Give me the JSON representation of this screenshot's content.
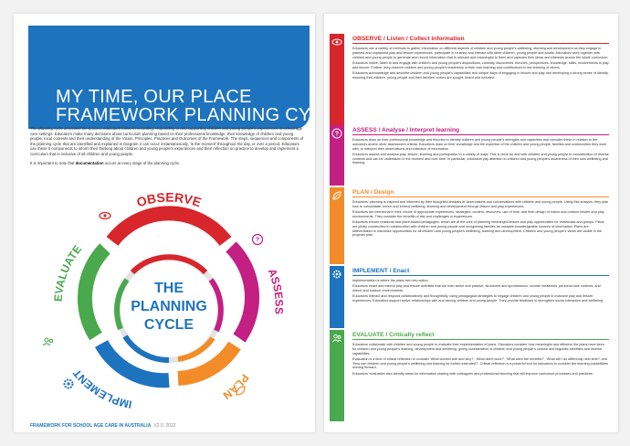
{
  "left_page": {
    "title_line1": "MY TIME, OUR PLACE",
    "title_line2": "FRAMEWORK PLANNING CYCLE",
    "intro_p1": "The planning cycle describes the process educators follow in recording, responding to and supporting children and young people's experiences in school age care settings. Educators make many decisions about curriculum planning based on their professional knowledge, their knowledge of children and young people, local contexts and their understanding of the Vision, Principles, Practices and Outcomes of the Framework. The steps, sequences and components of the planning cycle that are identified and explained in Diagram 2 can occur instantaneously, 'in the moment' throughout the day, or over a period. Educators use these 5 components to inform their thinking about children and young people's experiences and their reflection on practice to develop and implement a curriculum that is inclusive of all children and young people.",
    "intro_p2_before": "It is important to note that ",
    "intro_p2_bold": "documentation",
    "intro_p2_after": " occurs at every stage of the planning cycle.",
    "cycle": {
      "center_line1": "THE",
      "center_line2": "PLANNING",
      "center_line3": "CYCLE",
      "observe": "OBSERVE",
      "assess": "ASSESS",
      "plan": "PLAN",
      "implement": "IMPLEMENT",
      "evaluate": "EVALUATE"
    },
    "footer_main": "FRAMEWORK FOR SCHOOL AGE CARE IN AUSTRALIA",
    "footer_version": "V2.0, 2022"
  },
  "colors": {
    "brand_blue": "#1e73be",
    "observe_red": "#d7262c",
    "assess_magenta": "#c41f83",
    "plan_orange": "#f28c28",
    "implement_blue": "#1e73be",
    "evaluate_green": "#4aa84d",
    "center_text": "#1e73be"
  },
  "sections": [
    {
      "key": "observe",
      "heading": "OBSERVE / Listen / Collect information",
      "icon": "eye-icon",
      "paragraphs": [
        "Educators use a variety of methods to gather information on different aspects of children and young people's wellbeing, learning and development as they engage in planned and unplanned play and leisure experiences, participate in routines and interact with other children, young people and adults. Educators work together with children and young people to generate and record information that is relevant and meaningful to them and captures their ideas and interests across the whole curriculum.",
        "Educators notice, listen to and engage with children and young people's dispositions, curiosity, discoveries, theories, perspectives, knowledge, skills, involvements in play and leisure. Further, they observe children and young people's leadership of their own learning and contributions to the learning of others.",
        "Educators acknowledge and describe children and young people's capabilities and unique ways of engaging in leisure and play and developing a strong sense of identity, ensuring that children, young people and their families' voices are sought, heard and included."
      ]
    },
    {
      "key": "assess",
      "heading": "ASSESS / Analyse / Interpret learning",
      "icon": "question-icon",
      "paragraphs": [
        "Educators draw on their professional knowledge and theories to identify children and young people's strengths and capacities and consider these in relation to the outcomes and/or other assessment criteria. Educators draw on their knowledge and the expertise of the children and young people, families and communities they work with, to interpret their observations and collection of information.",
        "Educators assess and analyse play, leisure, learning and participation in a variety of ways. This is done for and with children and young people in consideration of diverse contexts and can be undertaken in the moment and over time. In particular, educators pay attention to children and young people's awareness of their own wellbeing and learning."
      ]
    },
    {
      "key": "plan",
      "heading": "PLAN / Design",
      "icon": "leaf-icon",
      "paragraphs": [
        "Educators' planning is inspired and informed by their thoughtful analysis of observations and conversations with children and young people. Using this analysis, they plan how to consolidate, enrich and extend wellbeing, learning and development through leisure and play experiences.",
        "Educators are intentional in their choice of appropriate experiences, strategies, content, resources, use of time, and their design of indoor and outdoor leisure and play environments. They consider the benefits of risk and challenges in experiences.",
        "Educators ensure relational and place-based pedagogies, which are at the core of planning meaningful leisure and play opportunities for individuals and groups. Plans are jointly constructed in collaboration with children and young people and recognising families as valuable knowledgeable sources of information. Plans are differentiated to maximise opportunities for all children and young people's wellbeing, learning and development. Children and young people's views are visible in the program plan."
      ]
    },
    {
      "key": "implement",
      "heading": "IMPLEMENT / Enact",
      "icon": "gear-icon",
      "paragraphs": [
        "Implementation is where the plans turn into action.",
        "Educators enact and extend play and leisure activities that are both active and passive, structured and spontaneous, include mealtimes, personal care routines, and indoor and outdoor environments.",
        "Educators interact and respond collaboratively and thoughtfully, using pedagogical strategies to engage children and young people in inclusive play and leisure experiences. Educators support active relationships with and among children and young people. They provide feedback to strengthen social interaction and wellbeing."
      ]
    },
    {
      "key": "evaluate",
      "heading": "EVALUATE / Critically reflect",
      "icon": "people-icon",
      "paragraphs": [
        "Educators collaborate with children and young people to evaluate their implementation of plans. Educators consider how meaningful and effective the plans have been for children and young people's learning, development and wellbeing, giving consideration to children and young people's cultural and linguistic identities and diverse capabilities.",
        "Evaluation is a time of critical reflection to consider 'What worked well and why?', 'What didn't work?', 'What were the benefits?', 'What will I do differently next time?' and 'How can children and young people's wellbeing and learning be further extended?'. Critical reflection is a powerful tool for educators to consider the learning possibilities moving forward.",
        "Educators' evaluation also identify areas for information sharing with colleagues and professional learning that will improve curriculum processes and practices."
      ]
    }
  ]
}
